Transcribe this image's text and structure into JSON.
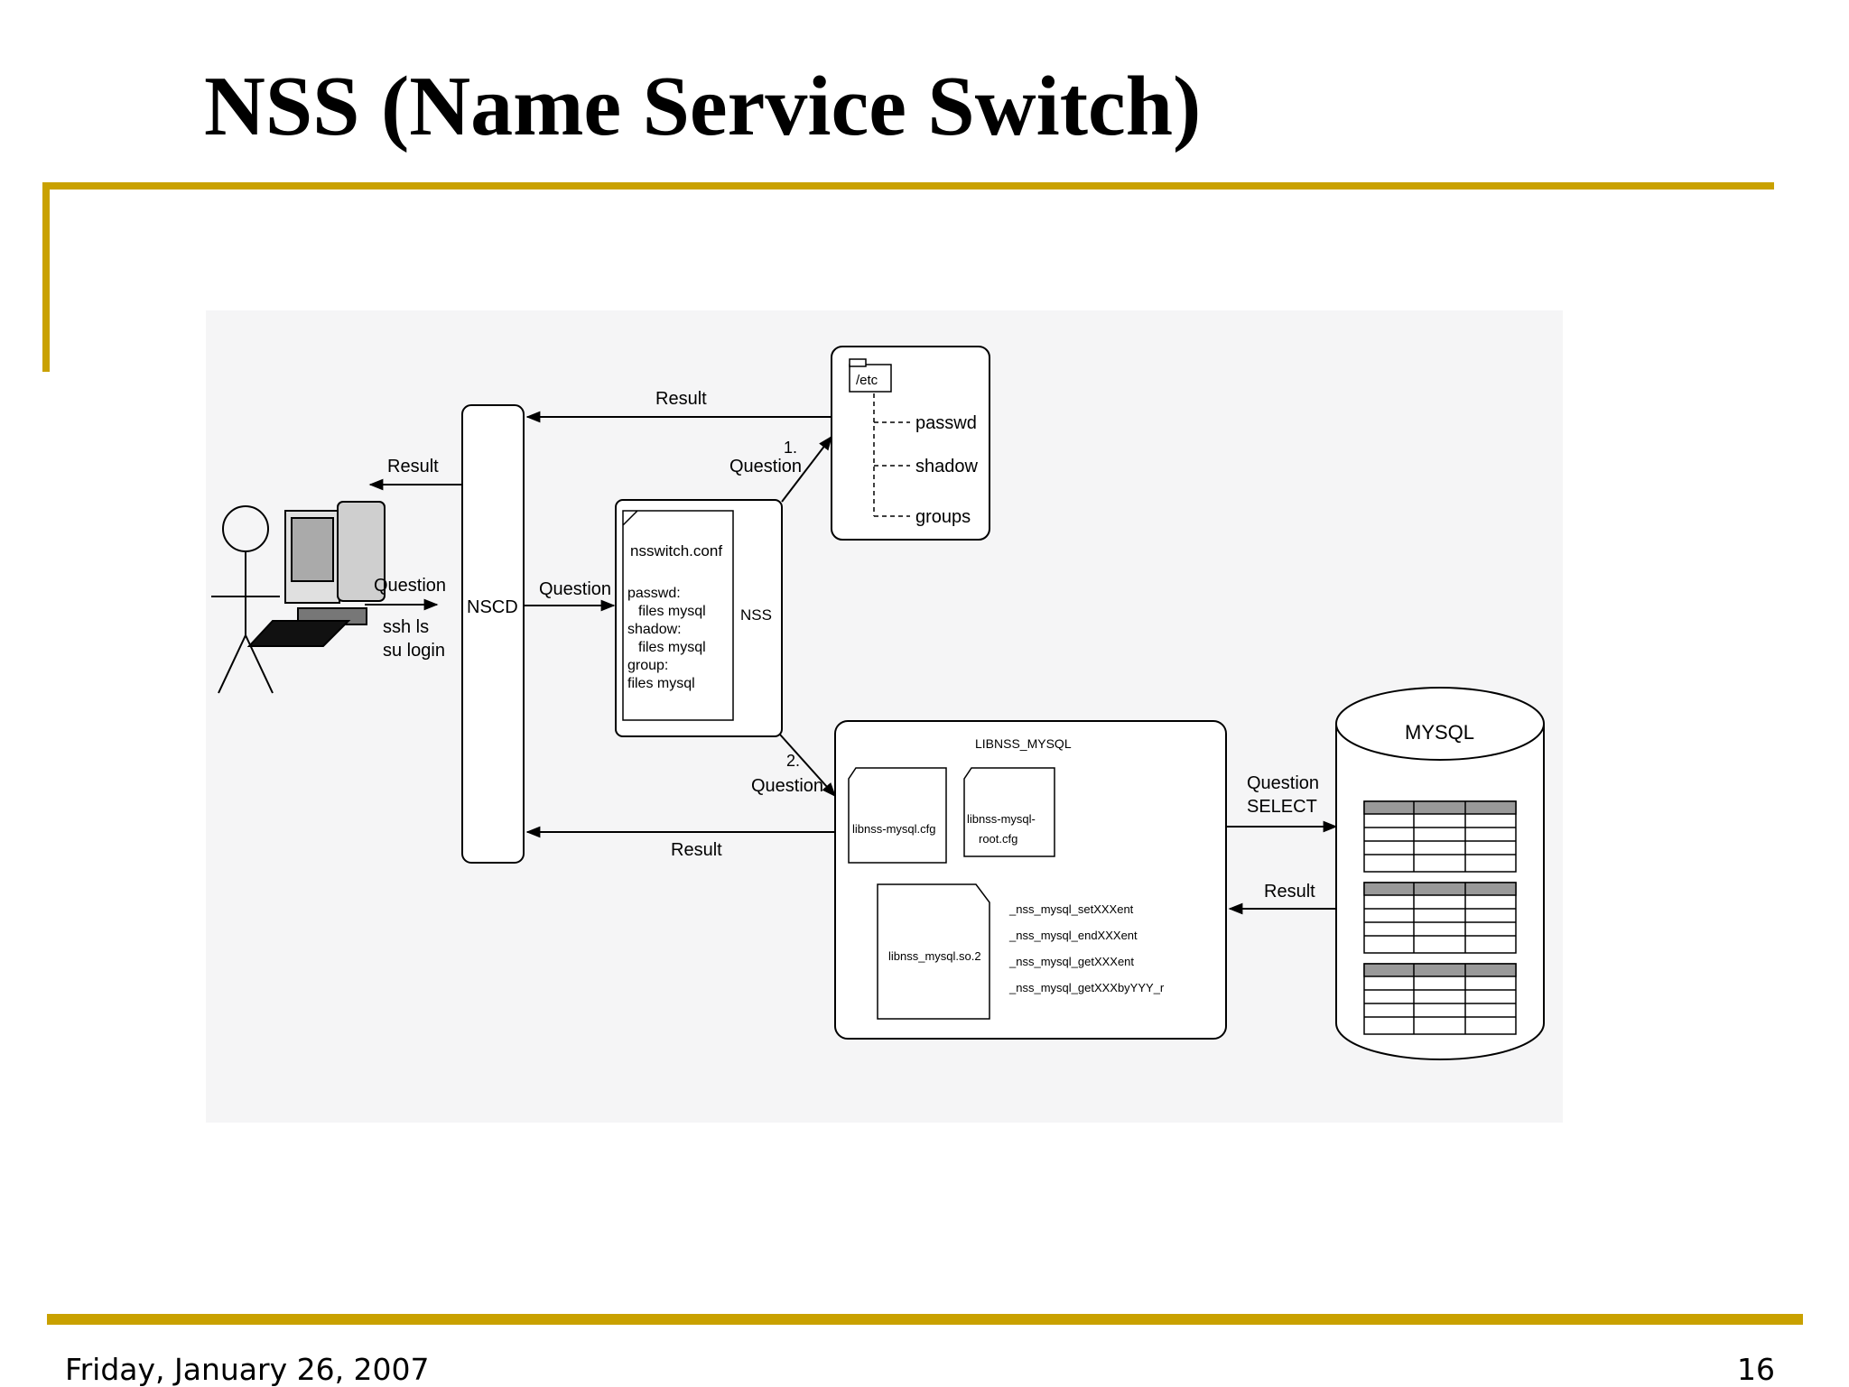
{
  "slide": {
    "title": "NSS (Name Service Switch)",
    "footer_date": "Friday, January 26, 2007",
    "page_number": "16"
  },
  "colors": {
    "accent": "#C9A100",
    "diagram_bg": "#f5f5f6"
  },
  "diagram": {
    "nscd_label": "NSCD",
    "nss_label": "NSS",
    "question": "Question",
    "result": "Result",
    "user_command_1": "ssh ls",
    "user_command_2": "su login",
    "step1": "1.",
    "step2": "2.",
    "etc": {
      "folder": "/etc",
      "files": [
        "passwd",
        "shadow",
        "groups"
      ]
    },
    "nsswitch": {
      "filename": "nsswitch.conf",
      "lines": [
        "passwd:",
        "files mysql",
        "shadow:",
        "files mysql",
        "group:",
        "files mysql"
      ]
    },
    "libnss": {
      "title": "LIBNSS_MYSQL",
      "cfg1": "libnss-mysql.cfg",
      "cfg2_line1": "libnss-mysql-",
      "cfg2_line2": "root.cfg",
      "lib": "libnss_mysql.so.2",
      "functions": [
        "_nss_mysql_setXXXent",
        "_nss_mysql_endXXXent",
        "_nss_mysql_getXXXent",
        "_nss_mysql_getXXXbyYYY_r"
      ]
    },
    "mysql": {
      "label": "MYSQL",
      "question": "Question",
      "select": "SELECT",
      "result": "Result"
    }
  }
}
